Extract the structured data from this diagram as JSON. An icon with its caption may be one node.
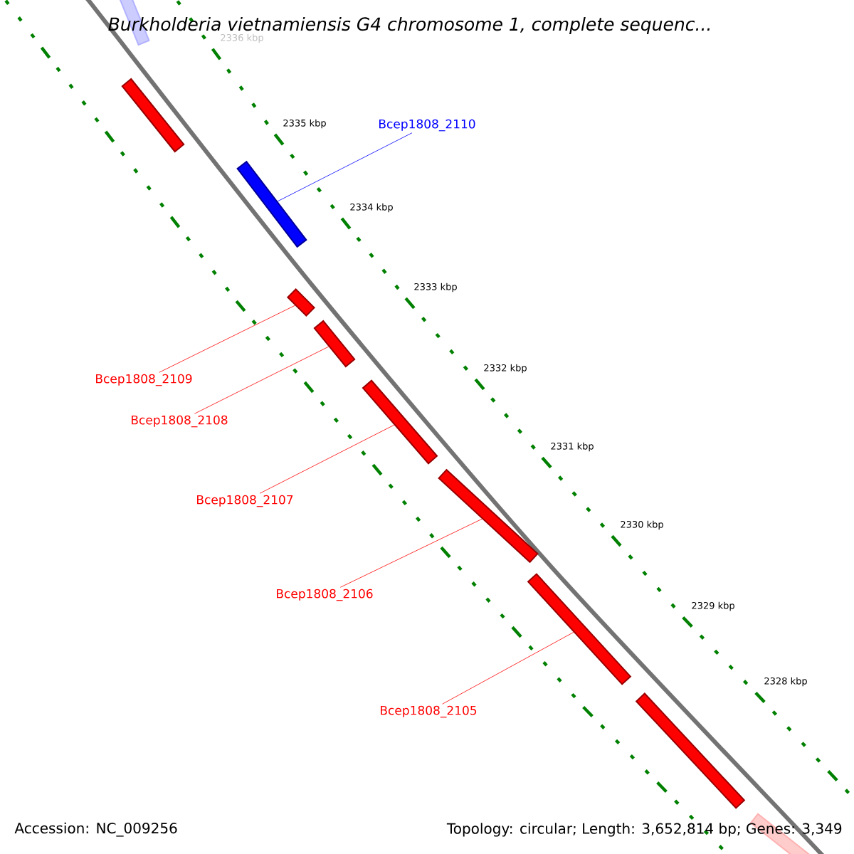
{
  "diagram": {
    "title": "Burkholderia vietnamiensis G4 chromosome 1, complete sequenc...",
    "nodes": [
      {
        "text": [
          "Bcep1808_2110"
        ]
      },
      {
        "text": [
          "Bcep1808_2109"
        ]
      },
      {
        "text": [
          "Bcep1808_2108"
        ]
      },
      {
        "text": [
          "Bcep1808_2107"
        ]
      },
      {
        "text": [
          "Bcep1808_2106"
        ]
      },
      {
        "text": [
          "Bcep1808_2105"
        ]
      },
      {
        "text": [],
        "shape": "bar"
      },
      {
        "text": [],
        "shape": "bar"
      },
      {
        "text": [],
        "shape": "bar"
      },
      {
        "text": [],
        "shape": "bar"
      },
      {
        "text": [],
        "shape": "bar"
      },
      {
        "text": [],
        "shape": "bar"
      },
      {
        "text": [],
        "shape": "bar"
      },
      {
        "text": [],
        "shape": "bar"
      },
      {
        "text": [],
        "shape": "bar"
      },
      {
        "text": [],
        "shape": "bar"
      }
    ],
    "edges": [
      {
        "from": 0,
        "to": 8,
        "arrow": "none",
        "color": "#0000ff"
      },
      {
        "from": 1,
        "to": 9,
        "arrow": "none"
      },
      {
        "from": 2,
        "to": 10,
        "arrow": "none"
      },
      {
        "from": 3,
        "to": 11,
        "arrow": "none"
      },
      {
        "from": 4,
        "to": 12,
        "arrow": "none"
      },
      {
        "from": 5,
        "to": 13,
        "arrow": "none"
      }
    ],
    "labels": [
      "2336 kbp",
      "2335 kbp",
      "2334 kbp",
      "2333 kbp",
      "2332 kbp",
      "2331 kbp",
      "2330 kbp",
      "2329 kbp",
      "2328 kbp",
      "Accession: NC_009256",
      "Topology: circular; Length: 3,652,814 bp; Genes: 3,349"
    ]
  }
}
